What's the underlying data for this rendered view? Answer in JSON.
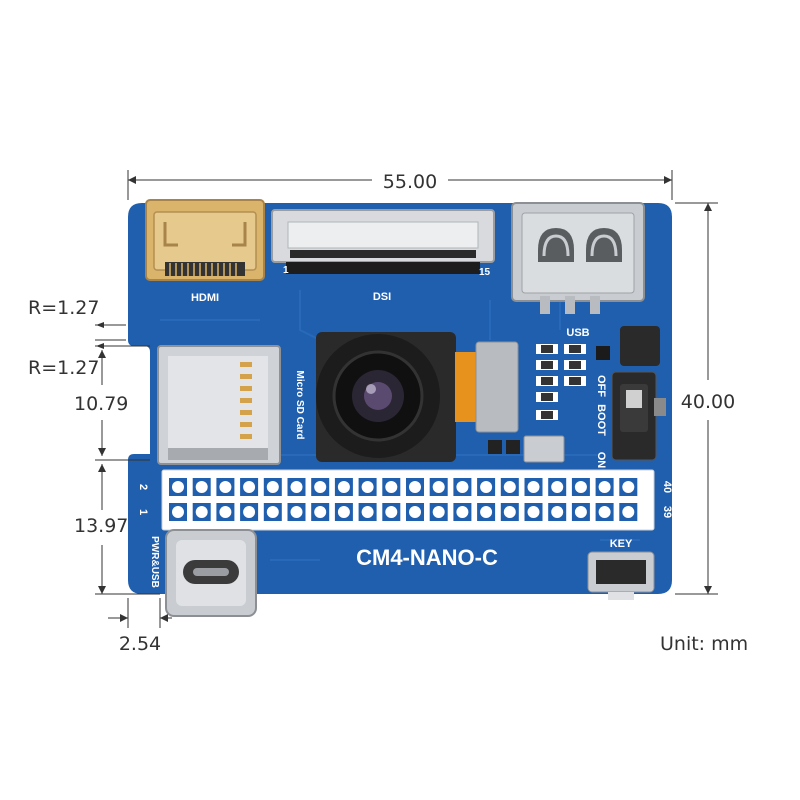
{
  "dimensions": {
    "width": "55.00",
    "height": "40.00",
    "radius_top": "R=1.27",
    "radius_bottom": "R=1.27",
    "sd_height": "10.79",
    "header_height": "13.97",
    "pin_offset": "2.54",
    "unit": "Unit: mm"
  },
  "board": {
    "model": "CM4-NANO-C",
    "hdmi_label": "HDMI",
    "dsi_label": "DSI",
    "dsi_pin_first": "1",
    "dsi_pin_last": "15",
    "usb_label": "USB",
    "sd_label": "Micro SD Card",
    "boot_label": "BOOT",
    "off_label": "OFF",
    "on_label": "ON",
    "key_label": "KEY",
    "pwr_label": "PWR&USB",
    "header_pin_2": "2",
    "header_pin_1": "1",
    "header_pin_40": "40",
    "header_pin_39": "39"
  },
  "colors": {
    "pcb": "#1f5fae",
    "pcb_dark": "#164a8c",
    "gold": "#d9b46a",
    "metal": "#c9ccd0",
    "header_bg": "#ffffff",
    "camera": "#1c1c1c",
    "flex": "#e8921e"
  }
}
